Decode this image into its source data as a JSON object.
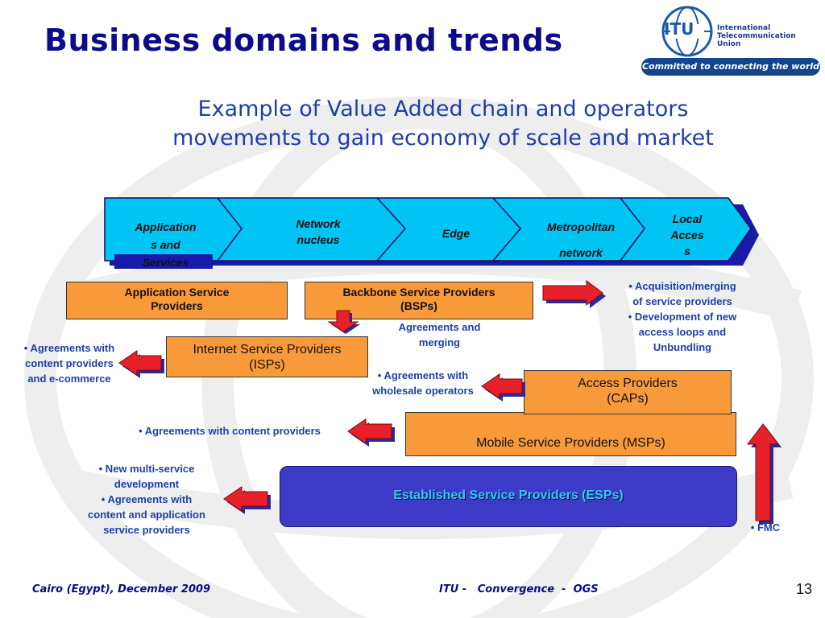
{
  "title": "Business domains and trends",
  "subtitle_line1": "Example of Value Added chain and operators",
  "subtitle_line2": "movements to gain economy of scale and market",
  "logo": {
    "letters": "ITU",
    "line1": "International",
    "line2": "Telecommunication",
    "line3": "Union",
    "tagline": "Committed to connecting the world"
  },
  "chain": [
    {
      "label": [
        "Application",
        "s and",
        "Services"
      ]
    },
    {
      "label": [
        "Network",
        "nucleus"
      ]
    },
    {
      "label": [
        "Edge"
      ]
    },
    {
      "label": [
        "Metropolitan",
        "network"
      ]
    },
    {
      "label": [
        "Local",
        "Acces",
        "s"
      ]
    }
  ],
  "boxes": {
    "asp": [
      "Application Service",
      "Providers"
    ],
    "bsp": [
      "Backbone Service Providers",
      "(BSPs)"
    ],
    "isp": [
      "Internet Service Providers",
      "(ISPs)"
    ],
    "cap": [
      "Access Providers",
      "(CAPs)"
    ],
    "msp": "Mobile Service Providers (MSPs)",
    "esp": "Established Service Providers (ESPs)"
  },
  "notes": {
    "acq": [
      "• Acquisition/merging",
      "of service providers",
      "• Development of new",
      "access loops and",
      "Unbundling"
    ],
    "merging": [
      "Agreements and",
      "merging"
    ],
    "isp_content": [
      "• Agreements with",
      "content providers",
      "and e-commerce"
    ],
    "wholesale": [
      "•  Agreements with",
      "wholesale operators"
    ],
    "msp_content": "• Agreements with content providers",
    "esp_multi": [
      "• New multi-service",
      "development",
      "• Agreements with",
      "content and application",
      "service providers"
    ],
    "fmc": "• FMC"
  },
  "footer": {
    "left": "Cairo (Egypt),  December 2009",
    "center": "ITU -   Convergence  -  OGS",
    "page": "13"
  },
  "colors": {
    "title": "#0b0b8c",
    "chain_fill": "#00c4f4",
    "chain_shadow": "#1a1aa8",
    "orange_box": "#f99a3a",
    "esp_fill": "#3b3bc8",
    "arrow_red": "#e8202a",
    "arrow_shadow": "#2a2a9a",
    "note_text": "#1f3fa8"
  }
}
